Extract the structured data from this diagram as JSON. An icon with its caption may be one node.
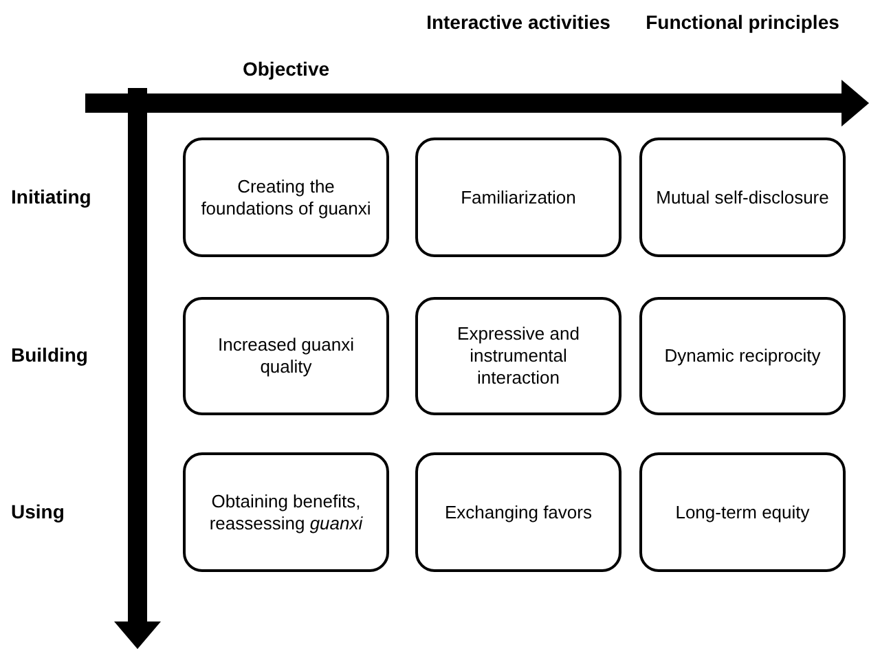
{
  "diagram": {
    "nodes": [
      {
        "text": [
          "Creating the foundations of guanxi"
        ]
      },
      {
        "text": [
          "Familiarization"
        ]
      },
      {
        "text": [
          "Mutual self-disclosure"
        ]
      },
      {
        "text": [
          "Increased guanxi quality"
        ]
      },
      {
        "text": [
          "Expressive and instrumental interaction"
        ]
      },
      {
        "text": [
          "Dynamic reciprocity"
        ]
      },
      {
        "text": [
          "Obtaining benefits, reassessing *guanxi*"
        ]
      },
      {
        "text": [
          "Exchanging favors"
        ]
      },
      {
        "text": [
          "Long-term equity"
        ]
      }
    ],
    "edges": [],
    "labels": [
      "Objective",
      "Interactive activities",
      "Functional principles",
      "Initiating",
      "Building",
      "Using"
    ]
  }
}
